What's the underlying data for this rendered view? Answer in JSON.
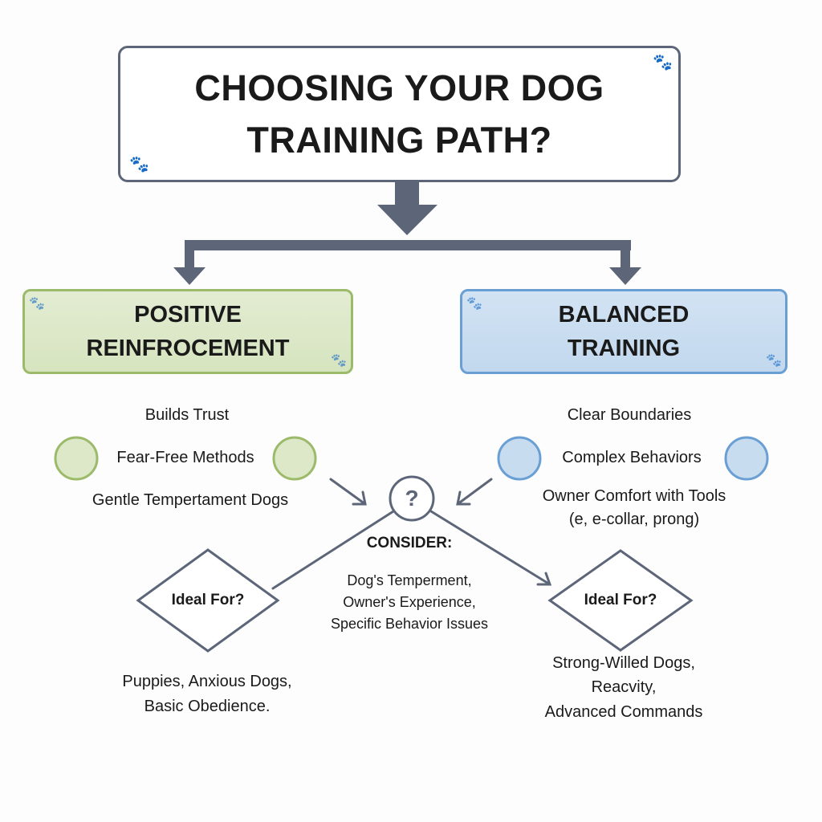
{
  "title": {
    "line1": "CHOOSING YOUR DOG",
    "line2": "TRAINING PATH?"
  },
  "left_path": {
    "title_line1": "POSITIVE",
    "title_line2": "REINFROCEMENT",
    "benefits": [
      "Builds Trust",
      "Fear-Free Methods",
      "Gentle Tempertament Dogs"
    ],
    "diamond": "Ideal For?",
    "ideal_for": [
      "Puppies, Anxious Dogs,",
      "Basic Obedience."
    ],
    "color": "#9cbb6a"
  },
  "right_path": {
    "title_line1": "BALANCED",
    "title_line2": "TRAINING",
    "benefits": [
      "Clear Boundaries",
      "Complex Behaviors",
      "Owner Comfort with Tools",
      "(e, e-collar, prong)"
    ],
    "diamond": "Ideal For?",
    "ideal_for": [
      "Strong-Willed Dogs,",
      "Reacvity,",
      "Advanced Commands"
    ],
    "color": "#6a9fd4"
  },
  "consider": {
    "symbol": "?",
    "heading": "CONSIDER:",
    "factors": [
      "Dog's Temperment,",
      "Owner's Experience,",
      "Specific Behavior Issues"
    ]
  },
  "icons": {
    "paw": "🐾"
  }
}
